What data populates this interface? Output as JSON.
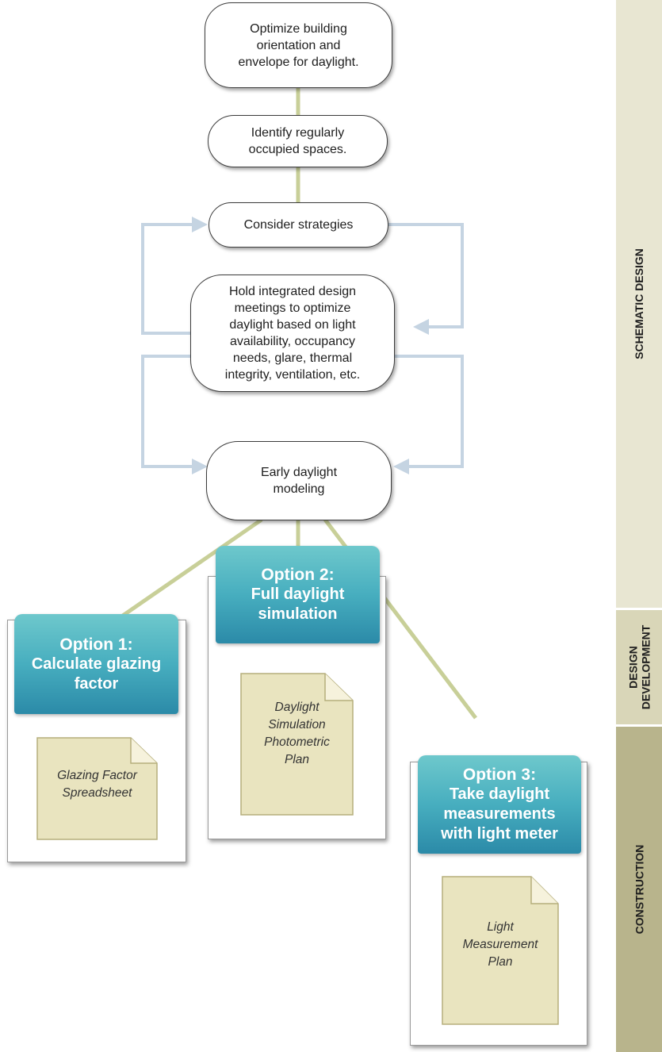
{
  "steps": {
    "optimize": [
      "Optimize building",
      "orientation and",
      "envelope for daylight."
    ],
    "identify": [
      "Identify regularly",
      "occupied spaces."
    ],
    "consider": "Consider strategies",
    "meetings": [
      "Hold integrated design",
      "meetings to optimize",
      "daylight based on light",
      "availability, occupancy",
      "needs, glare, thermal",
      "integrity, ventilation, etc."
    ],
    "modeling": [
      "Early daylight",
      "modeling"
    ]
  },
  "options": [
    {
      "title": "Option 1:",
      "lines": [
        "Calculate glazing",
        "factor"
      ],
      "document": [
        "Glazing Factor",
        "Spreadsheet"
      ]
    },
    {
      "title": "Option 2:",
      "lines": [
        "Full daylight",
        "simulation"
      ],
      "document": [
        "Daylight",
        "Simulation",
        "Photometric",
        "Plan"
      ]
    },
    {
      "title": "Option 3:",
      "lines": [
        "Take daylight",
        "measurements",
        "with light meter"
      ],
      "document": [
        "Light",
        "Measurement",
        "Plan"
      ]
    }
  ],
  "phases": {
    "schematic": "SCHEMATIC DESIGN",
    "development": [
      "DESIGN",
      "DEVELOPMENT"
    ],
    "construction": "CONSTRUCTION"
  },
  "colors": {
    "connector_green": "#c8cf98",
    "arrow_blue": "#c5d4e2",
    "phase_schematic": "#e8e6d2",
    "phase_development": "#d9d6b8",
    "phase_construction": "#b8b48c",
    "option_header": "#47aebf",
    "document_fill": "#e9e4bf"
  }
}
